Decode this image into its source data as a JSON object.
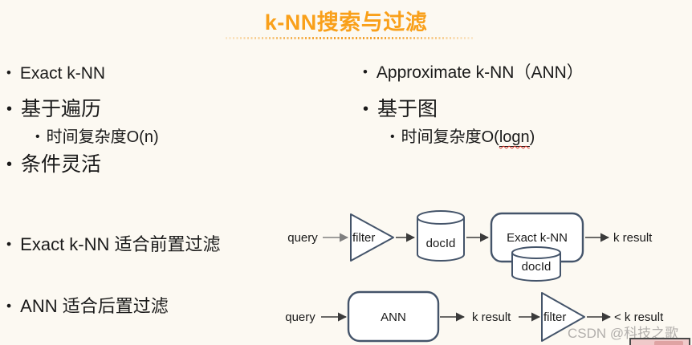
{
  "title": "k-NN搜索与过滤",
  "bullet_char": "•",
  "theme": {
    "background": "#FCF9F2",
    "title_color": "#F9A01A",
    "shape_stroke": "#44546A",
    "text_color": "#1A1A1A",
    "wavy_underline_color": "#D93025",
    "watermark_color": "#B2AFAC"
  },
  "left_column": {
    "items": [
      {
        "label": "Exact k-NN",
        "level": 1
      },
      {
        "label": "基于遍历",
        "level": 1
      },
      {
        "label": "时间复杂度O(n)",
        "level": 2
      },
      {
        "label": "条件灵活",
        "level": 1
      }
    ]
  },
  "right_column": {
    "items": [
      {
        "label": "Approximate k-NN（ANN）",
        "level": 1
      },
      {
        "label": "基于图",
        "level": 1
      },
      {
        "prefix": "时间复杂度O(",
        "underlined": "logn",
        "suffix": ")",
        "level": 2
      }
    ]
  },
  "notes": [
    "Exact k-NN 适合前置过滤",
    "ANN 适合后置过滤"
  ],
  "diagram_top": {
    "query_label": "query",
    "filter_label": "filter",
    "docid_label": "docId",
    "box_label": "Exact k-NN",
    "docid2_label": "docId",
    "result_label": "k result"
  },
  "diagram_bottom": {
    "query_label": "query",
    "box_label": "ANN",
    "result_label": "k result",
    "filter_label": "filter",
    "final_label": "< k result"
  },
  "watermark": "CSDN @科技之歌"
}
